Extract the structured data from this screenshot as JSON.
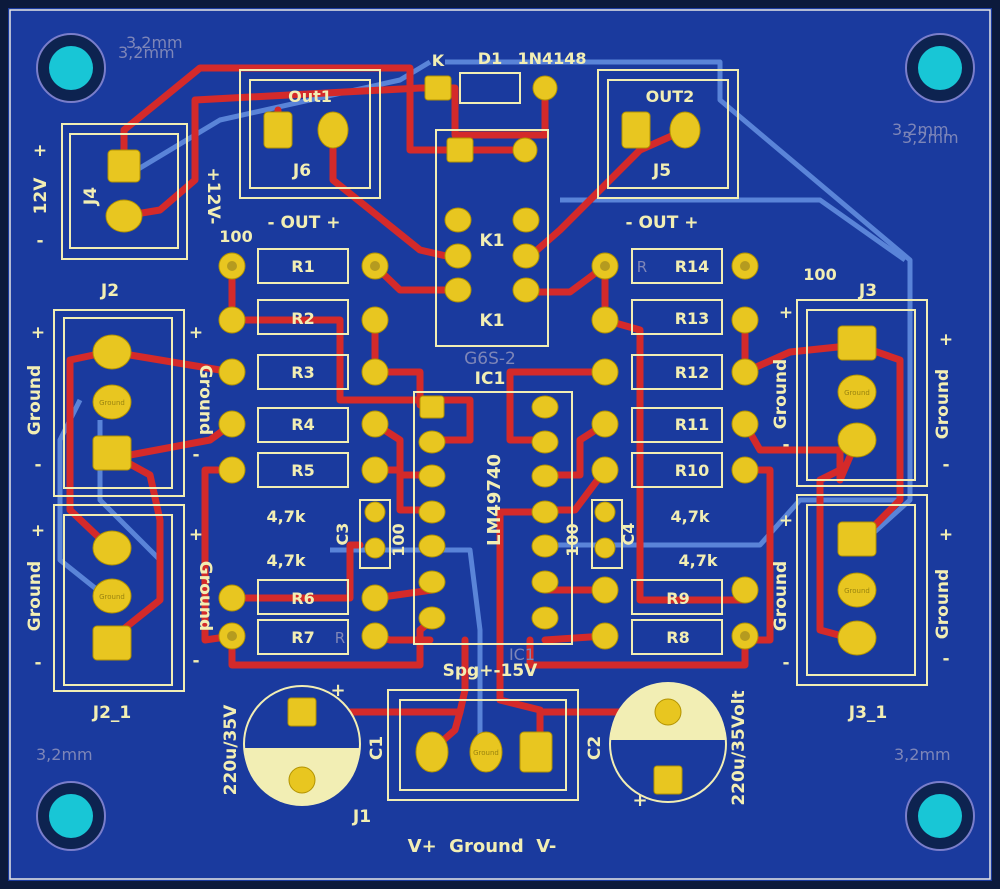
{
  "board": {
    "colors": {
      "substrate": "#0c1a3c",
      "copper_fill": "#1a3a9e",
      "copper_trace": "#d42a2a",
      "back_trace": "#5a84d8",
      "pad": "#e8c620",
      "silkscreen": "#f2eeb4",
      "outline": "#e6e6e6",
      "mount_hole": "#18c6d6"
    }
  },
  "mounting": {
    "label_tl": "3,2mm",
    "label_tl_ghost": "3,2mm",
    "label_tr": "3,2mm",
    "label_tr_ghost": "3,2mm",
    "label_bl": "3,2mm",
    "label_br": "3,2mm"
  },
  "diode": {
    "ref": "D1",
    "value": "1N4148",
    "cathode": "K"
  },
  "relay": {
    "ref": "K1",
    "ref2": "K1",
    "value": "G6S-2"
  },
  "ic": {
    "ref": "IC1",
    "value": "LM49740",
    "supply": "Spg+-15V",
    "ref_ghost": "IC1"
  },
  "connectors": {
    "out1": {
      "name": "Out1",
      "ref": "J6",
      "polarity": "- OUT +"
    },
    "out2": {
      "name": "OUT2",
      "ref": "J5",
      "polarity": "- OUT +"
    },
    "j4": {
      "ref": "J4",
      "voltage": "12V",
      "plus": "+",
      "minus": "-",
      "alt": "+12V-"
    },
    "j2": {
      "ref": "J2",
      "ground": "Ground",
      "plus": "+",
      "minus": "-"
    },
    "j2_1": {
      "ref": "J2_1",
      "ground": "Ground",
      "plus": "+",
      "minus": "-"
    },
    "j3": {
      "ref": "J3",
      "ground": "Ground",
      "plus": "+",
      "minus": "-"
    },
    "j3_1": {
      "ref": "J3_1",
      "ground": "Ground",
      "plus": "+",
      "minus": "-"
    },
    "j1": {
      "ref": "J1",
      "label": "V+  Ground  V-"
    }
  },
  "resistors": {
    "r1": "R1",
    "r2": "R2",
    "r3": "R3",
    "r4": "R4",
    "r5": "R5",
    "r6": "R6",
    "r7": "R7",
    "r8": "R8",
    "r9": "R9",
    "r10": "R10",
    "r11": "R11",
    "r12": "R12",
    "r13": "R13",
    "r14": "R14",
    "value_100_left": "100",
    "value_100_right": "100",
    "value_4k7_a": "4,7k",
    "value_4k7_b": "4,7k",
    "value_4k7_c": "4,7k",
    "value_4k7_d": "4,7k",
    "ghost_r": "R"
  },
  "caps": {
    "c1": {
      "ref": "C1",
      "value": "220u/35V",
      "plus": "+"
    },
    "c2": {
      "ref": "C2",
      "value": "220u/35Volt",
      "plus": "+"
    },
    "c3": {
      "ref": "C3",
      "value": "100"
    },
    "c4": {
      "ref": "C4",
      "value": "100"
    }
  },
  "pad_labels": {
    "ground": "Ground"
  }
}
